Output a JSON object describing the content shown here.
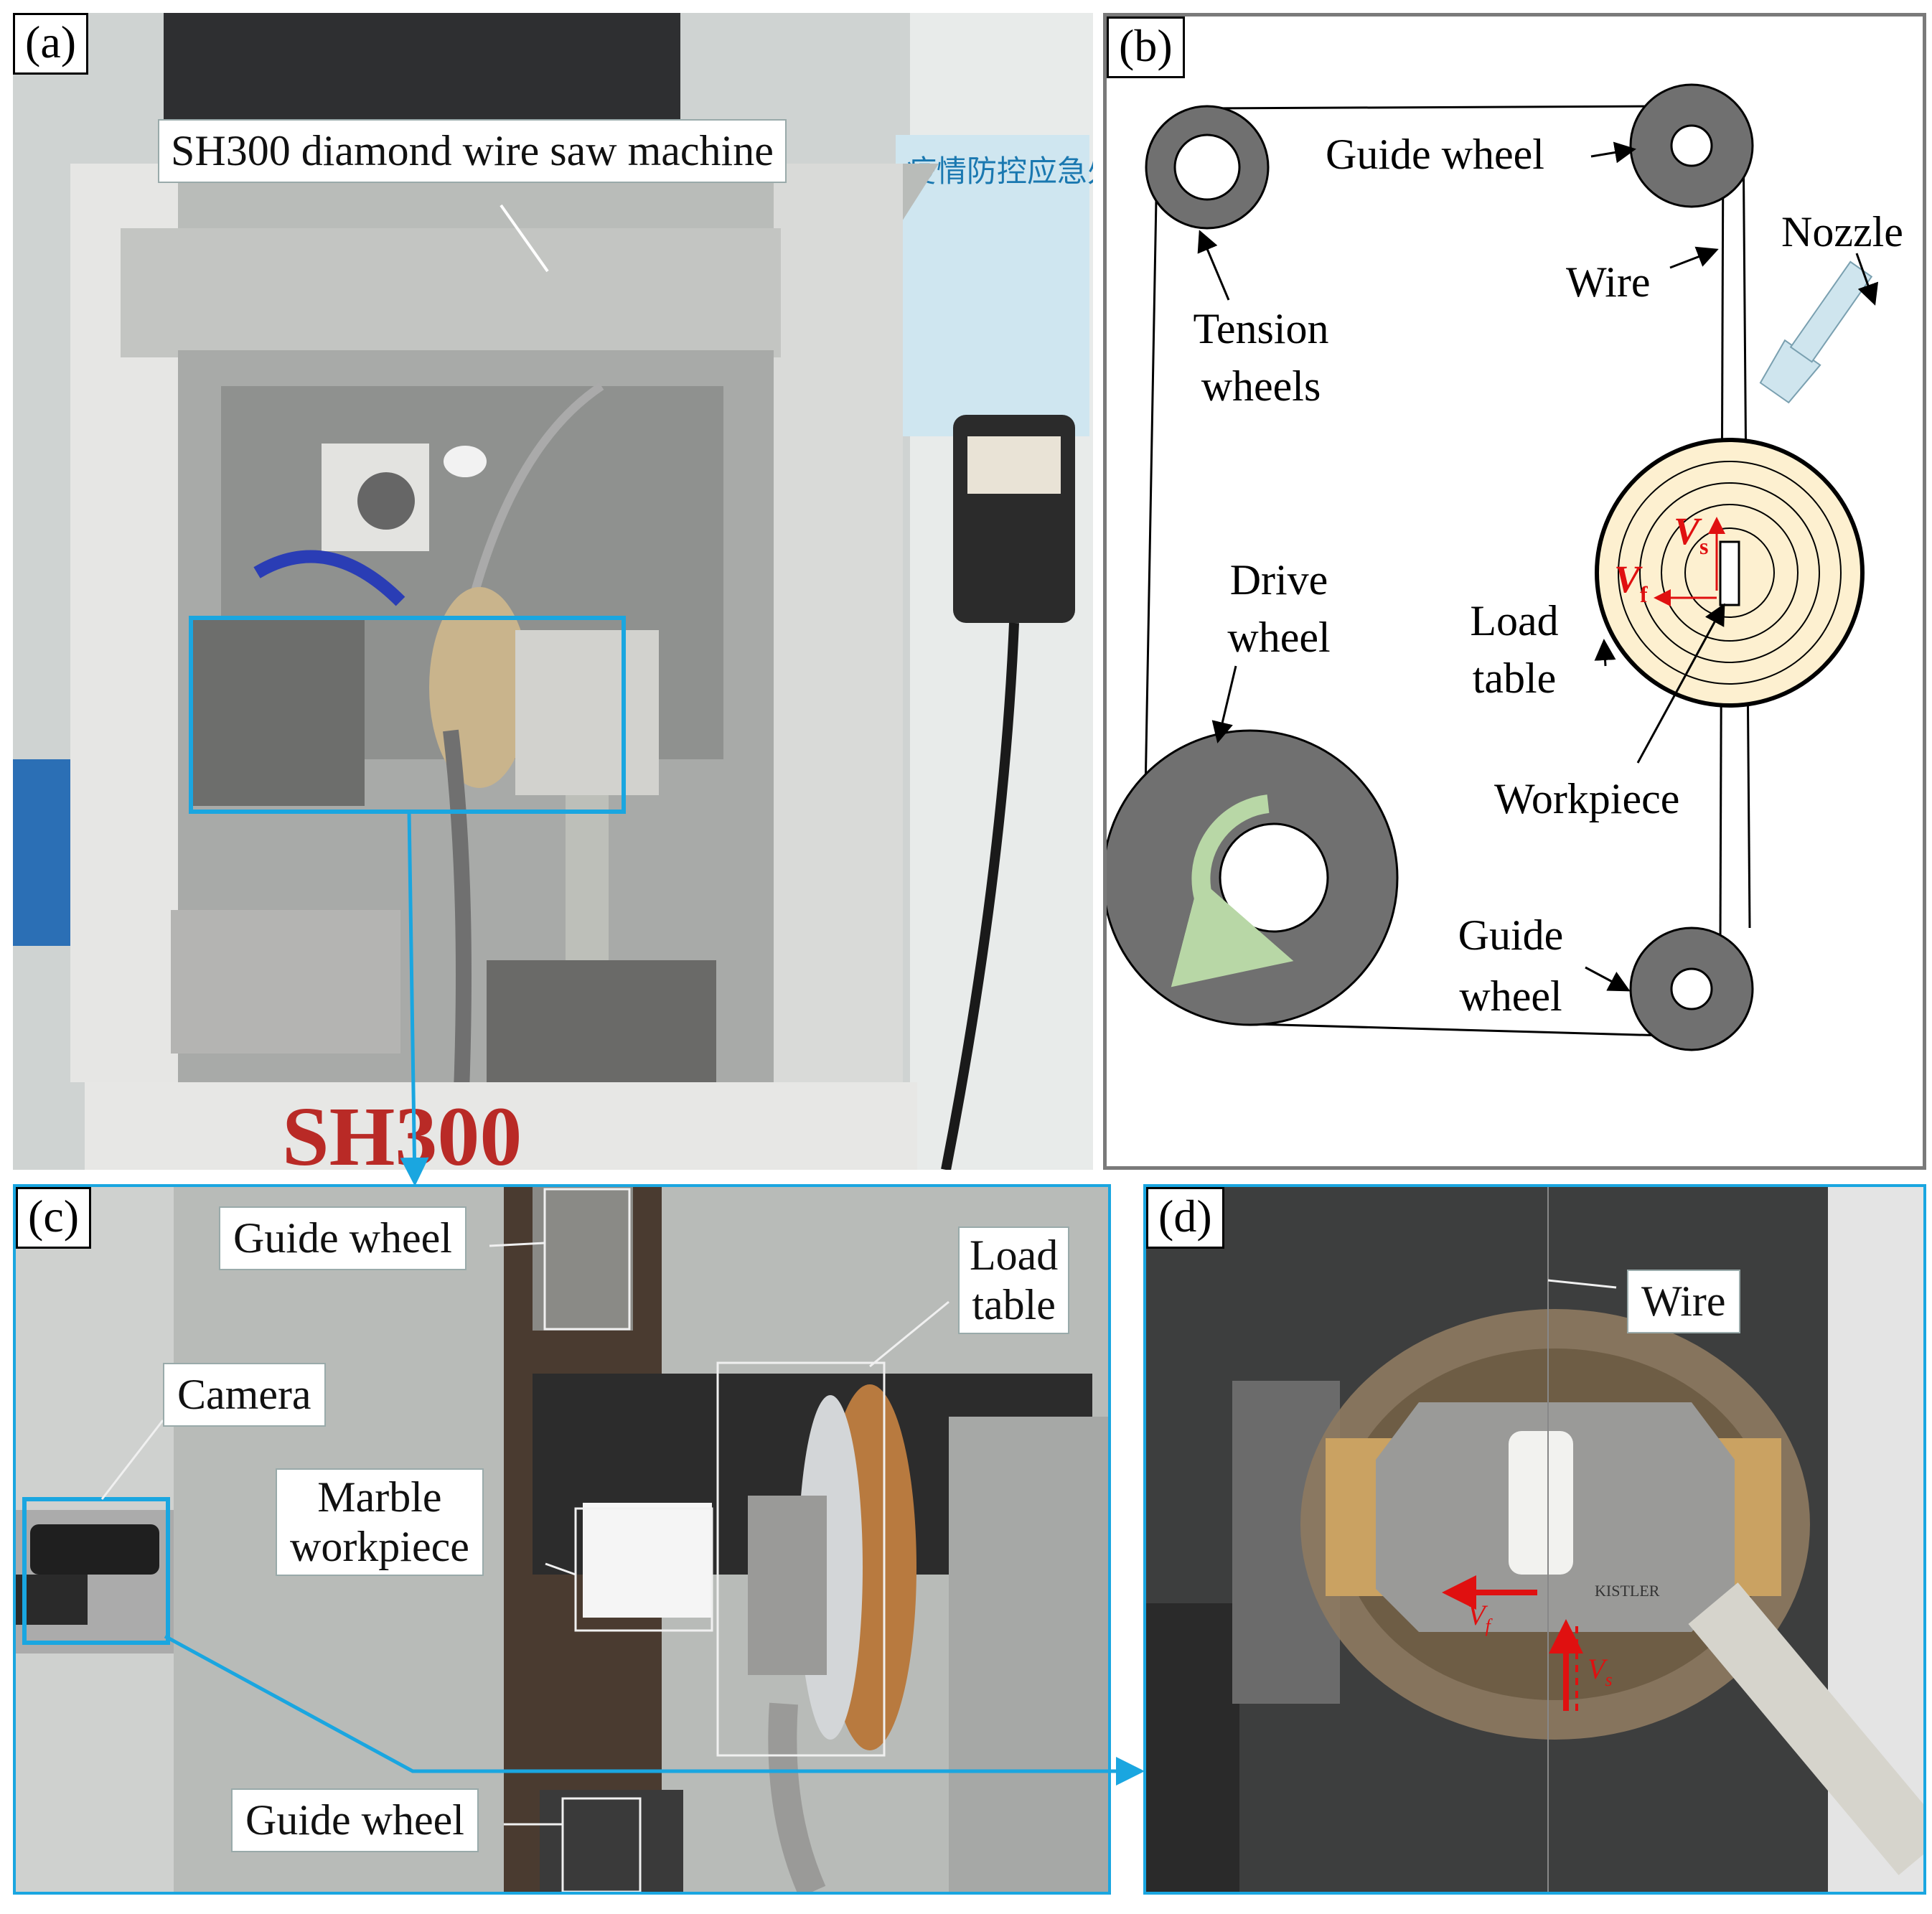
{
  "panel_a": {
    "label": "(a)",
    "callout": "SH300 diamond wire saw machine",
    "machine_brand": "SH300",
    "poster_text": "疫情防控应急处理流程"
  },
  "panel_b": {
    "label": "(b)",
    "guide_wheel_top": "Guide wheel",
    "nozzle": "Nozzle",
    "wire": "Wire",
    "tension_wheels": [
      "Tension",
      "wheels"
    ],
    "drive_wheel": [
      "Drive",
      "wheel"
    ],
    "load_table": [
      "Load",
      "table"
    ],
    "workpiece": "Workpiece",
    "guide_wheel_bottom": [
      "Guide",
      "wheel"
    ],
    "vs_main": "V",
    "vs_sub": "s",
    "vf_main": "V",
    "vf_sub": "f"
  },
  "panel_c": {
    "label": "(c)",
    "guide_wheel_top": "Guide wheel",
    "load_table": [
      "Load",
      "table"
    ],
    "camera": "Camera",
    "marble_workpiece": [
      "Marble",
      "workpiece"
    ],
    "guide_wheel_bottom": "Guide wheel"
  },
  "panel_d": {
    "label": "(d)",
    "wire": "Wire",
    "vf_main": "V",
    "vf_sub": "f",
    "vs_main": "V",
    "vs_sub": "s",
    "sensor_brand": "KISTLER"
  },
  "colors": {
    "frame_blue": "#1aa6e0",
    "velocity_red": "#e01010",
    "load_table_fill": "#fdf0d0",
    "wheel_gray": "#707070"
  }
}
